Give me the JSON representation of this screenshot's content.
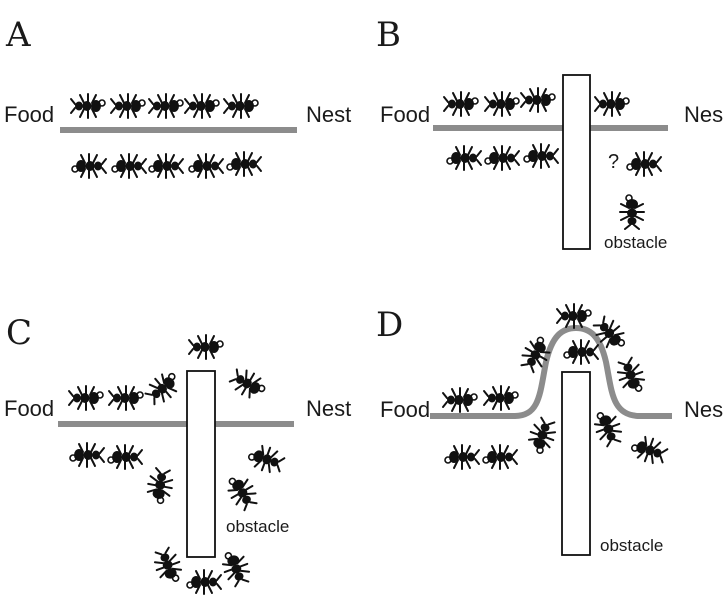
{
  "panels": [
    {
      "letter": "A",
      "food_label": "Food",
      "nest_label": "Nest"
    },
    {
      "letter": "B",
      "food_label": "Food",
      "nest_label": "Nest",
      "question_mark": "?",
      "obstacle_label": "obstacle"
    },
    {
      "letter": "C",
      "food_label": "Food",
      "nest_label": "Nest",
      "obstacle_label": "obstacle"
    },
    {
      "letter": "D",
      "food_label": "Food",
      "nest_label": "Nest",
      "obstacle_label": "obstacle"
    }
  ],
  "colors": {
    "trail": "#8c8c8c",
    "ant": "#111111",
    "obstacle_fill": "#ffffff"
  },
  "icons": {
    "ant": "ant-icon"
  }
}
